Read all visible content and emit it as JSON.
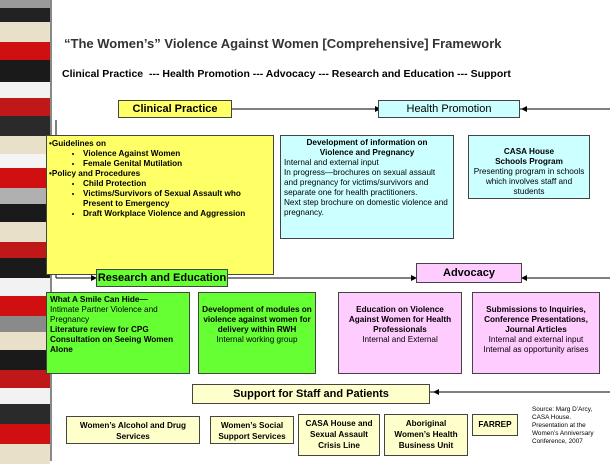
{
  "title": "“The Women’s” Violence Against Women [Comprehensive] Framework",
  "subtitle": "Clinical Practice  --- Health Promotion --- Advocacy --- Research and Education --- Support",
  "headers": {
    "clinical": "Clinical Practice",
    "health": "Health Promotion",
    "research": "Research and Education",
    "advocacy": "Advocacy",
    "support": "Support for Staff and Patients"
  },
  "clinical_box": {
    "guidelines": "Guidelines on",
    "guideline_items": [
      "Violence Against Women",
      "Female Genital Mutilation"
    ],
    "policy": "Policy  and Procedures",
    "policy_items": [
      "Child Protection",
      "Victims/Survivors of Sexual Assault who Present to Emergency",
      "Draft Workplace Violence and Aggression"
    ]
  },
  "health_box1": {
    "title": "Development of information on Violence and Pregnancy",
    "line1": "Internal and external input",
    "line2": "In progress—brochures on sexual assault and pregnancy for victims/survivors and separate one for health practitioners.",
    "line3": "Next step brochure on domestic violence and pregnancy."
  },
  "health_box2": {
    "title": "CASA House Schools Program",
    "body": "Presenting program in schools which involves staff and students"
  },
  "research_box1": {
    "title": "What A Smile Can Hide—",
    "body": "Intimate Partner Violence and Pregnancy",
    "title2": "Literature review for CPG Consultation on Seeing Women Alone"
  },
  "research_box2": {
    "title": "Development of modules on violence against women for delivery within RWH",
    "body": "Internal working group"
  },
  "advocacy_box1": {
    "title": "Education on Violence Against Women for Health Professionals",
    "body": "Internal and External"
  },
  "advocacy_box2": {
    "title": "Submissions to Inquiries, Conference Presentations, Journal Articles",
    "body1": "Internal and external input",
    "body2": "Internal as opportunity arises"
  },
  "support_boxes": [
    "Women’s Alcohol and Drug Services",
    "Women’s Social Support Services",
    "CASA House and Sexual Assault Crisis Line",
    "Aboriginal Women’s Health Business Unit",
    "FARREP"
  ],
  "source": "Source: Marg D’Arcy, CASA House. Presentation at the Women’s Anniversary Conference, 2007",
  "colors": {
    "yellow": "#ffff66",
    "light_yellow": "#ffffcc",
    "cyan": "#ccffff",
    "green": "#66ff33",
    "pink": "#ffccff"
  }
}
